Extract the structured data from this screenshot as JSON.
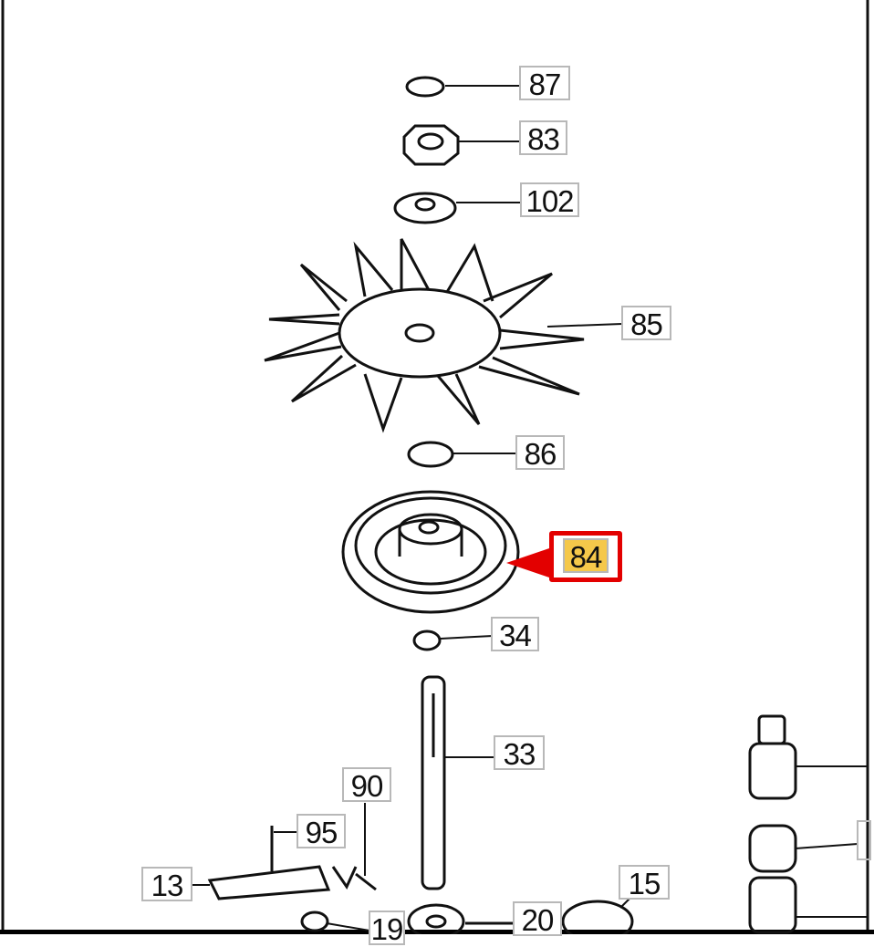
{
  "labels": {
    "p87": "87",
    "p83": "83",
    "p102": "102",
    "p85": "85",
    "p86": "86",
    "p84": "84",
    "p34": "34",
    "p33": "33",
    "p90": "90",
    "p95": "95",
    "p13": "13",
    "p15": "15",
    "p20": "20",
    "p19": "19"
  },
  "highlighted_part": "84",
  "colors": {
    "highlight_fill": "#f5c84a",
    "callout_border": "#e30000"
  }
}
